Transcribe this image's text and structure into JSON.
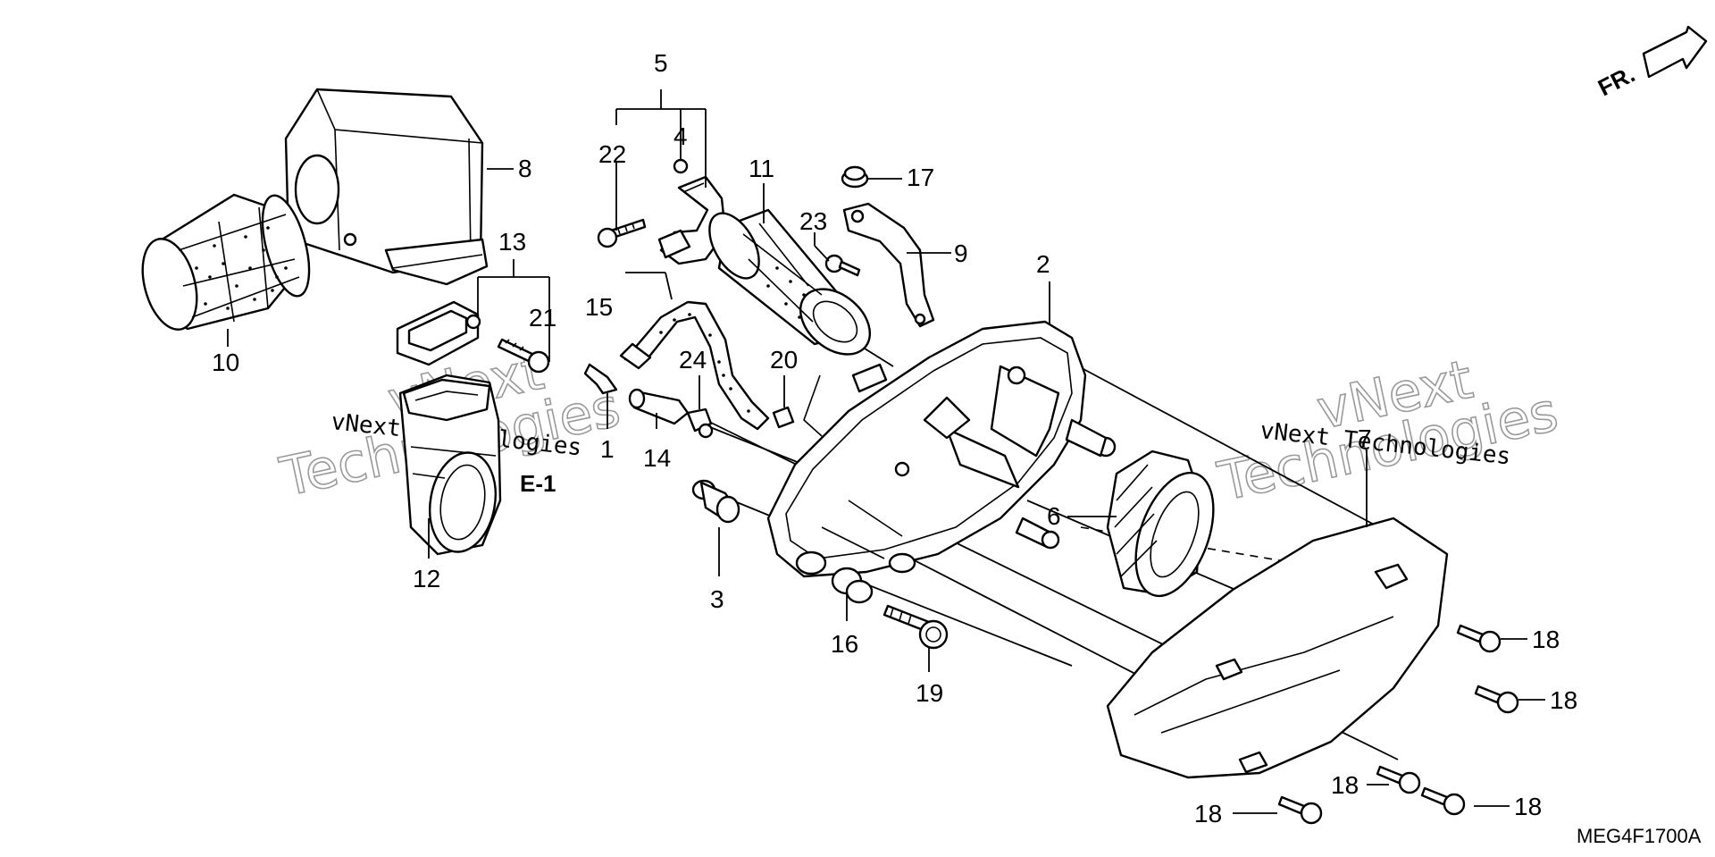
{
  "callouts": {
    "c1": "1",
    "c2": "2",
    "c3": "3",
    "c4": "4",
    "c5": "5",
    "c6": "6",
    "c7": "7",
    "c8": "8",
    "c9": "9",
    "c10": "10",
    "c11": "11",
    "c12": "12",
    "c13": "13",
    "c14": "14",
    "c15": "15",
    "c16": "16",
    "c17": "17",
    "c18a": "18",
    "c18b": "18",
    "c18c": "18",
    "c18d": "18",
    "c18e": "18",
    "c19": "19",
    "c20": "20",
    "c21": "21",
    "c22": "22",
    "c23": "23",
    "c24": "24"
  },
  "reference_label": "E-1",
  "direction_label": "FR.",
  "diagram_code": "MEG4F1700A",
  "watermark": {
    "line_small": "vNext Technologies",
    "line_big_1": "vNext",
    "line_big_2": "Technologies"
  }
}
